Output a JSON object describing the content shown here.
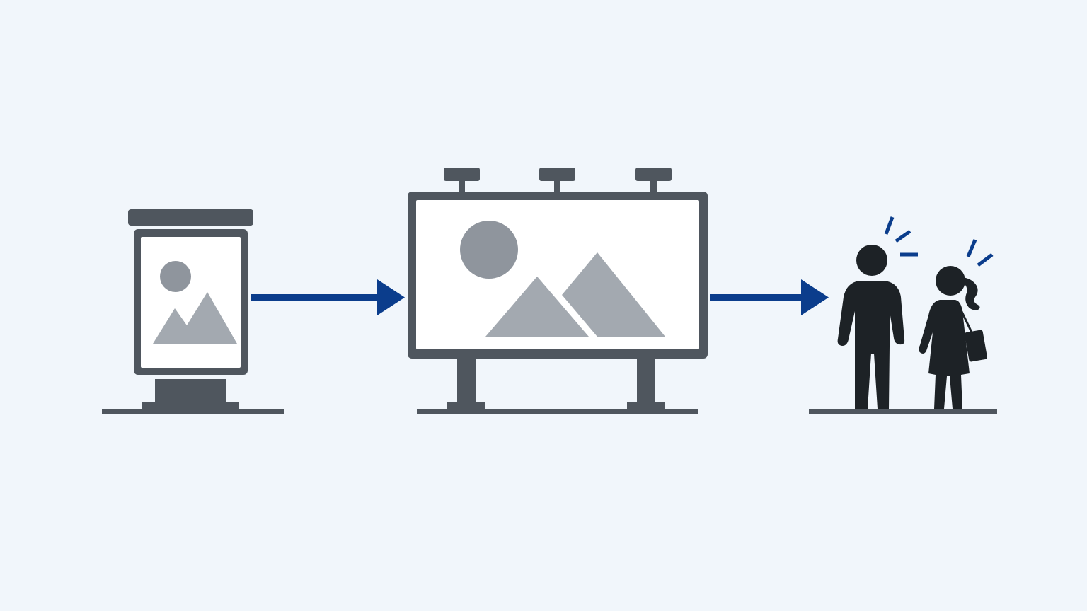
{
  "diagram": {
    "nodes": [
      {
        "id": "poster-kiosk",
        "icon": "poster-kiosk-icon"
      },
      {
        "id": "billboard",
        "icon": "billboard-icon"
      },
      {
        "id": "audience",
        "icon": "people-icon"
      }
    ],
    "edges": [
      {
        "from": "poster-kiosk",
        "to": "billboard"
      },
      {
        "from": "billboard",
        "to": "audience"
      }
    ]
  },
  "colors": {
    "background": "#f1f6fb",
    "frame": "#4f565e",
    "panel": "#ffffff",
    "image_placeholder": "#a3a9b0",
    "sun": "#8f959d",
    "arrow": "#0b3d8c",
    "person": "#1d2226",
    "attention_marks": "#0b3d8c",
    "ground": "#4f565e"
  }
}
